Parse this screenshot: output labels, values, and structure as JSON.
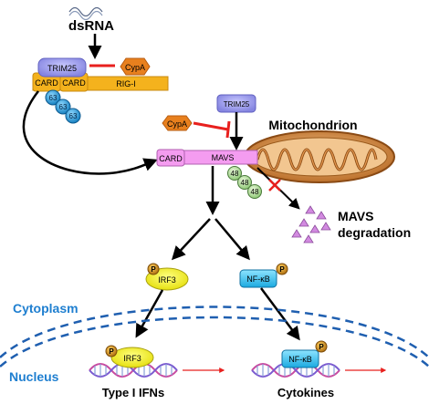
{
  "labels": {
    "dsrna": "dsRNA",
    "trim25_top": "TRIM25",
    "cypa_top": "CypA",
    "card_1": "CARD",
    "card_2": "CARD",
    "rigi": "RIG-I",
    "ub_63_a": "63",
    "ub_63_b": "63",
    "ub_63_c": "63",
    "trim25_mid": "TRIM25",
    "cypa_mid": "CypA",
    "mitochondrion": "Mitochondrion",
    "card_mavs": "CARD",
    "mavs": "MAVS",
    "ub_48_a": "48",
    "ub_48_b": "48",
    "ub_48_c": "48",
    "mavs_degradation_1": "MAVS",
    "mavs_degradation_2": "degradation",
    "irf3": "IRF3",
    "nfkb": "NF-κB",
    "p_irf3": "P",
    "p_nfkb": "P",
    "cytoplasm": "Cytoplasm",
    "nucleus": "Nucleus",
    "irf3_nuc": "IRF3",
    "nfkb_nuc": "NF-κB",
    "p_irf3_nuc": "P",
    "p_nfkb_nuc": "P",
    "type1_ifns": "Type I IFNs",
    "cytokines": "Cytokines"
  },
  "colors": {
    "trim25": "#9b9bef",
    "cypa": "#e8801e",
    "rigi": "#f4b21d",
    "card_rigi": "#f4b21d",
    "mavs": "#f49cf0",
    "ubiquitin_63": "#1fa8e0",
    "ubiquitin_48": "#b8e0a0",
    "irf3": "#f4f01a",
    "nfkb": "#2ec5f0",
    "phospho": "#d99a1a",
    "inhibit": "#e8201e",
    "compartment": "#1f5fb0",
    "degradation": "#c87ad8",
    "mito_outer": "#b0611c",
    "mito_inner": "#e8b078"
  }
}
